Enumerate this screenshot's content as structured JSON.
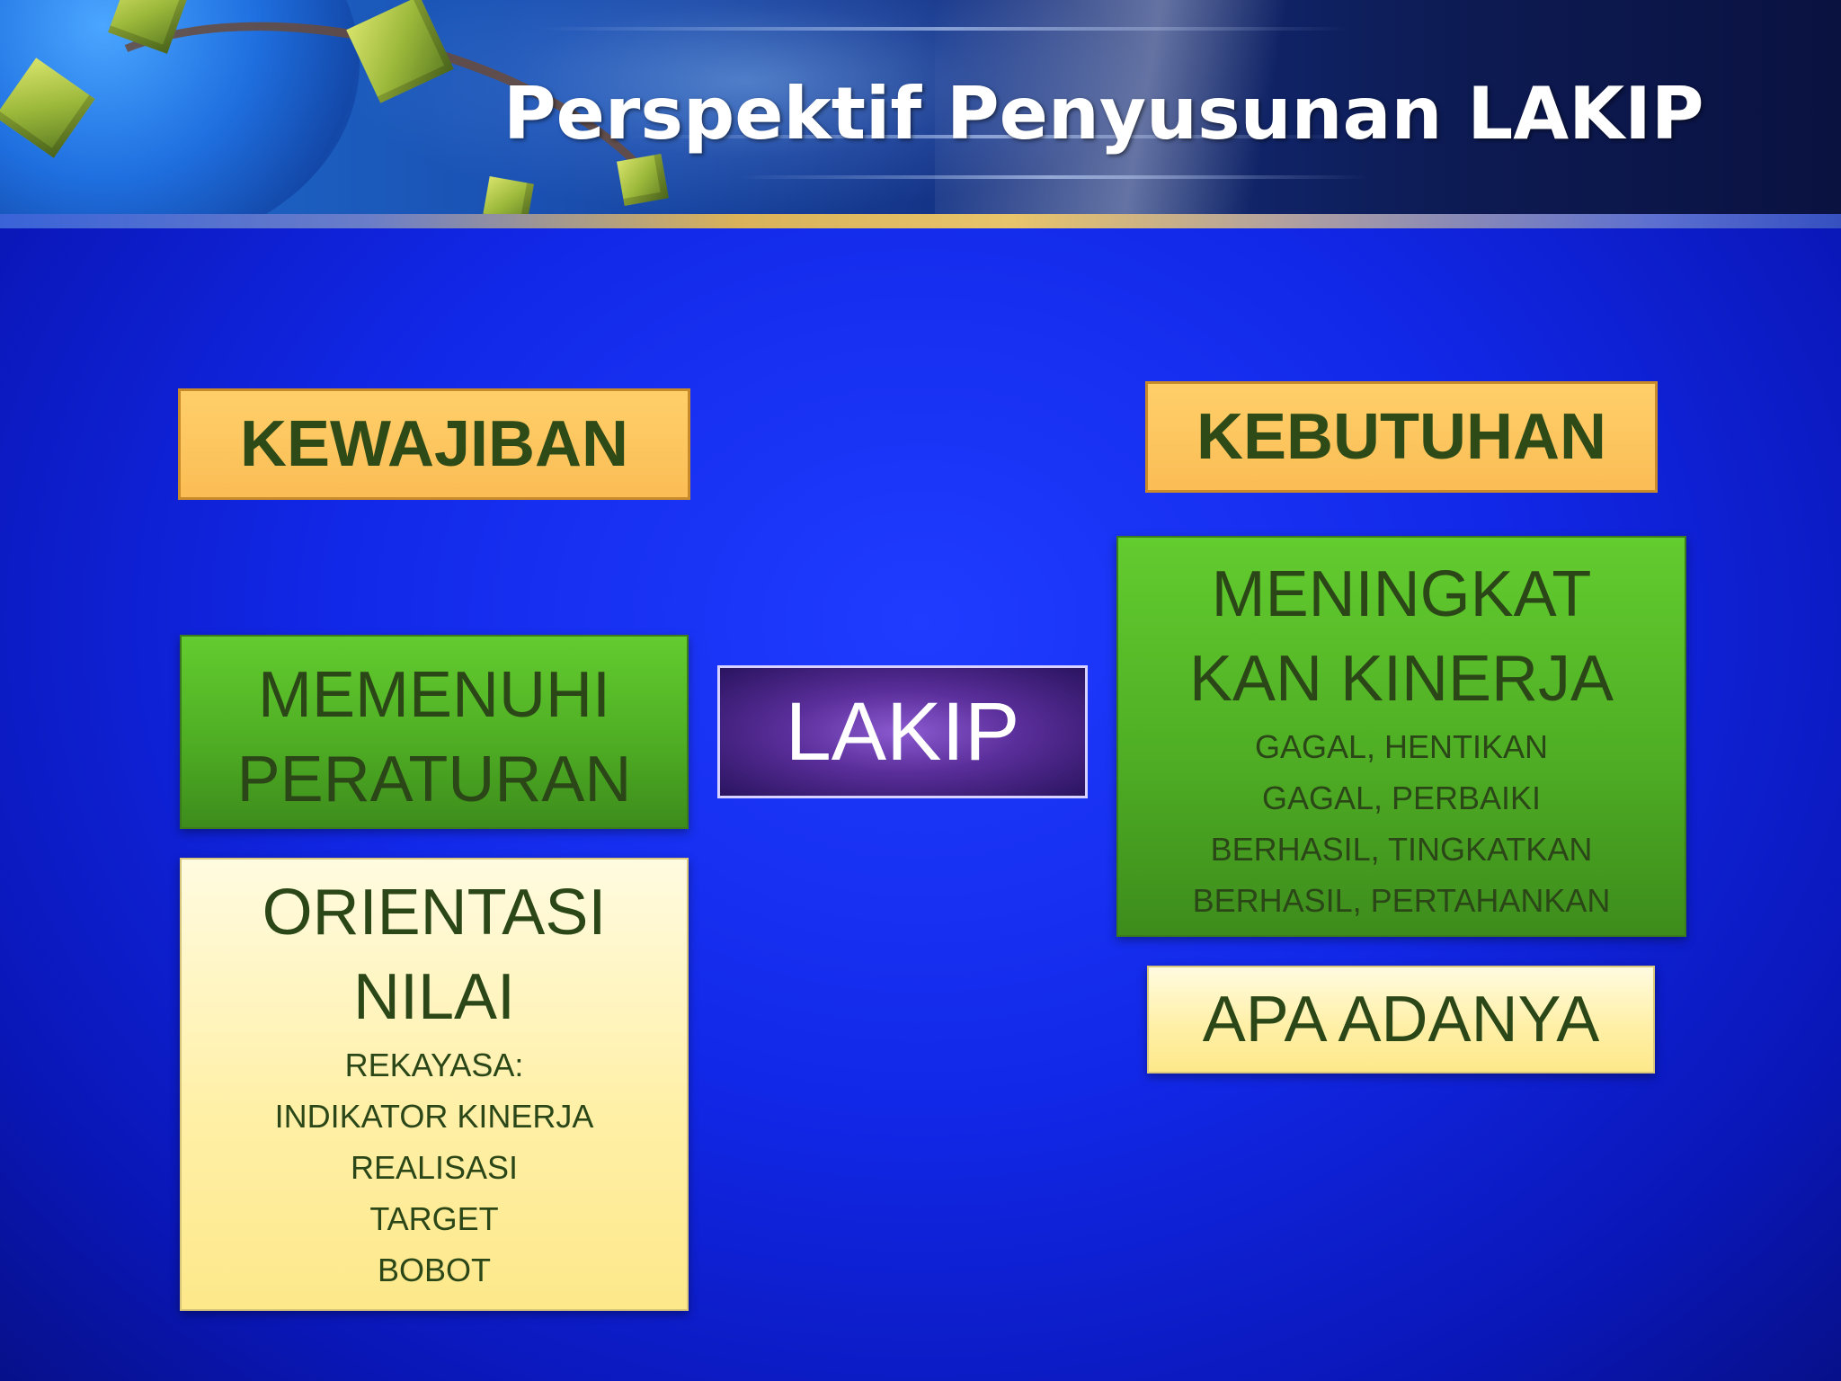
{
  "slide": {
    "title": "Perspektif Penyusunan LAKIP"
  },
  "left": {
    "header": "KEWAJIBAN",
    "box1": {
      "line1": "MEMENUHI",
      "line2": "PERATURAN"
    },
    "box2": {
      "line1": "ORIENTASI",
      "line2": "NILAI",
      "items": [
        "REKAYASA:",
        "INDIKATOR KINERJA",
        "REALISASI",
        "TARGET",
        "BOBOT"
      ]
    }
  },
  "center": {
    "label": "LAKIP"
  },
  "right": {
    "header": "KEBUTUHAN",
    "box1": {
      "line1": "MENINGKAT",
      "line2": "KAN KINERJA",
      "items": [
        "GAGAL, HENTIKAN",
        "GAGAL, PERBAIKI",
        "BERHASIL, TINGKATKAN",
        "BERHASIL, PERTAHANKAN"
      ]
    },
    "box2": {
      "label": "APA ADANYA"
    }
  },
  "colors": {
    "background": "#1228e8",
    "header_box": "#fbbd55",
    "green_box": "#4fae24",
    "cream_box": "#fff0a8",
    "center_box": "#5a2e9a",
    "text_dark_green": "#2b4718"
  }
}
